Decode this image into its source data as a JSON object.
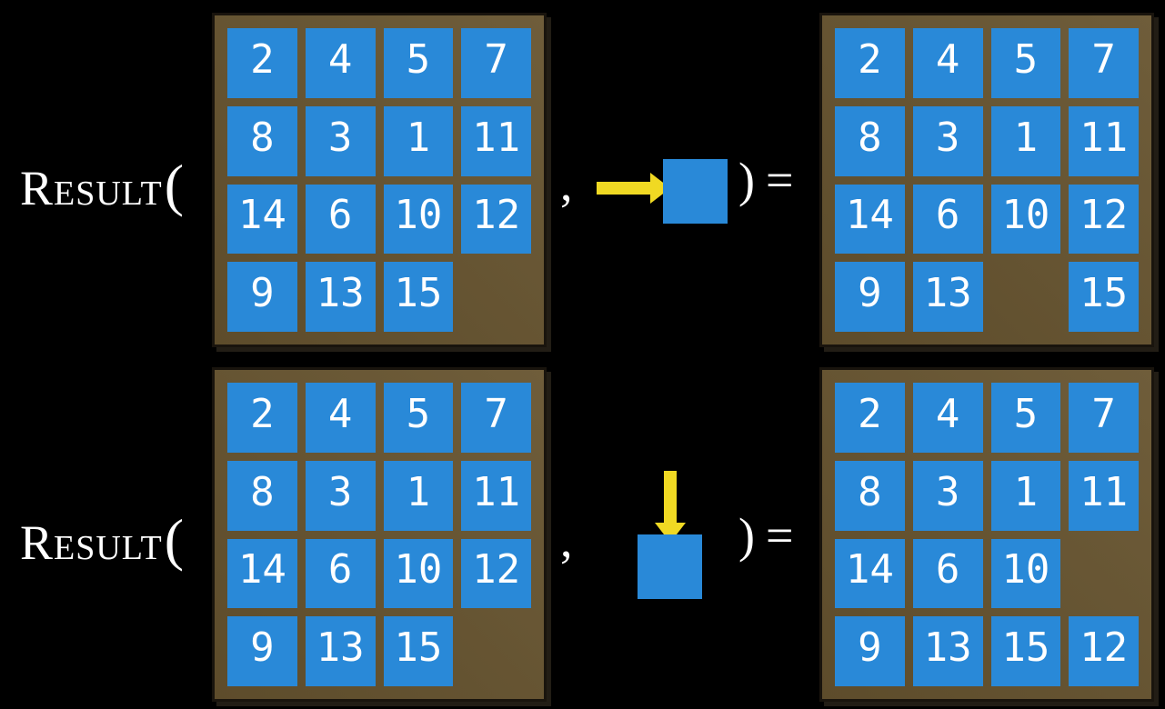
{
  "figure": {
    "function_name": "Result",
    "open_paren": "(",
    "comma": ",",
    "close_paren": ")",
    "equals": "=",
    "colors": {
      "background_black": "#000000",
      "text_white": "#ffffff",
      "tile_blue": "#2989d8",
      "board_brown_light": "#6f5d3a",
      "board_brown_dark": "#5d4c2b",
      "board_shadow": "#221d15",
      "arrow_yellow": "#f0d923"
    },
    "examples": [
      {
        "id": "slide-right",
        "move_direction": "right",
        "move_icon": "arrow-right-into-tile",
        "input_grid": [
          [
            2,
            4,
            5,
            7
          ],
          [
            8,
            3,
            1,
            11
          ],
          [
            14,
            6,
            10,
            12
          ],
          [
            9,
            13,
            15,
            null
          ]
        ],
        "output_grid": [
          [
            2,
            4,
            5,
            7
          ],
          [
            8,
            3,
            1,
            11
          ],
          [
            14,
            6,
            10,
            12
          ],
          [
            9,
            13,
            null,
            15
          ]
        ]
      },
      {
        "id": "slide-down",
        "move_direction": "down",
        "move_icon": "arrow-down-into-tile",
        "input_grid": [
          [
            2,
            4,
            5,
            7
          ],
          [
            8,
            3,
            1,
            11
          ],
          [
            14,
            6,
            10,
            12
          ],
          [
            9,
            13,
            15,
            null
          ]
        ],
        "output_grid": [
          [
            2,
            4,
            5,
            7
          ],
          [
            8,
            3,
            1,
            11
          ],
          [
            14,
            6,
            10,
            null
          ],
          [
            9,
            13,
            15,
            12
          ]
        ]
      }
    ]
  }
}
